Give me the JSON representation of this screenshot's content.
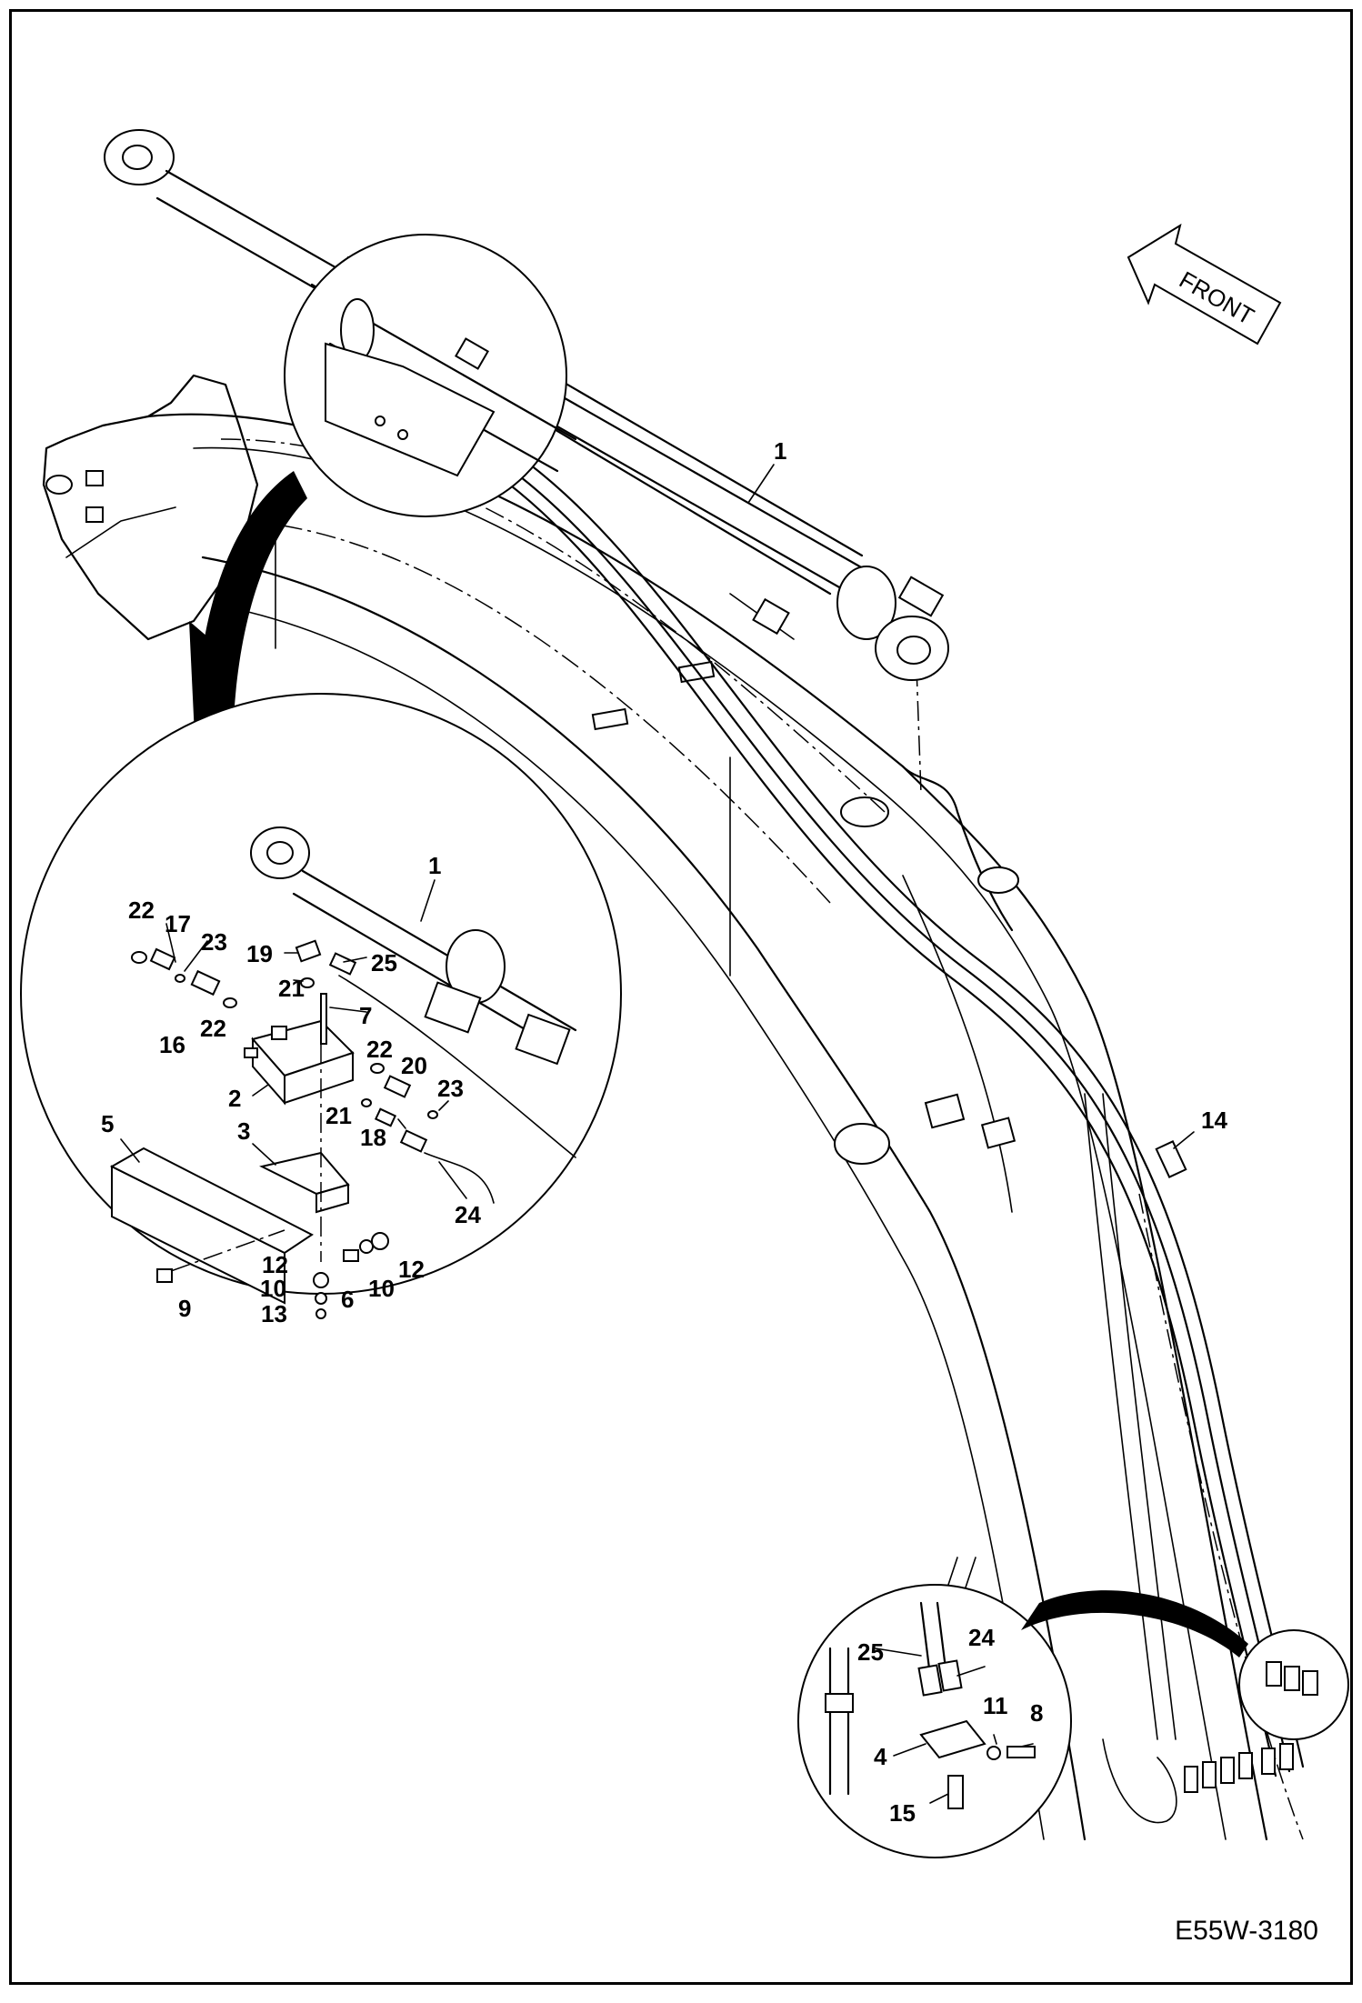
{
  "figure": {
    "reference_code": "E55W-3180",
    "direction_label": "FRONT",
    "colors": {
      "line": "#000000",
      "background": "#ffffff"
    }
  },
  "callouts": {
    "main": {
      "c1": "1",
      "c14": "14"
    },
    "detail_top": {
      "c1": "1",
      "c2": "2",
      "c3": "3",
      "c5": "5",
      "c6": "6",
      "c7": "7",
      "c9": "9",
      "c10a": "10",
      "c10b": "10",
      "c12a": "12",
      "c12b": "12",
      "c13": "13",
      "c16": "16",
      "c17": "17",
      "c18": "18",
      "c19": "19",
      "c20": "20",
      "c21a": "21",
      "c21b": "21",
      "c22a": "22",
      "c22b": "22",
      "c22c": "22",
      "c23a": "23",
      "c23b": "23",
      "c24": "24",
      "c25": "25"
    },
    "detail_bottom": {
      "c4": "4",
      "c8": "8",
      "c11": "11",
      "c15": "15",
      "c24": "24",
      "c25": "25"
    }
  }
}
